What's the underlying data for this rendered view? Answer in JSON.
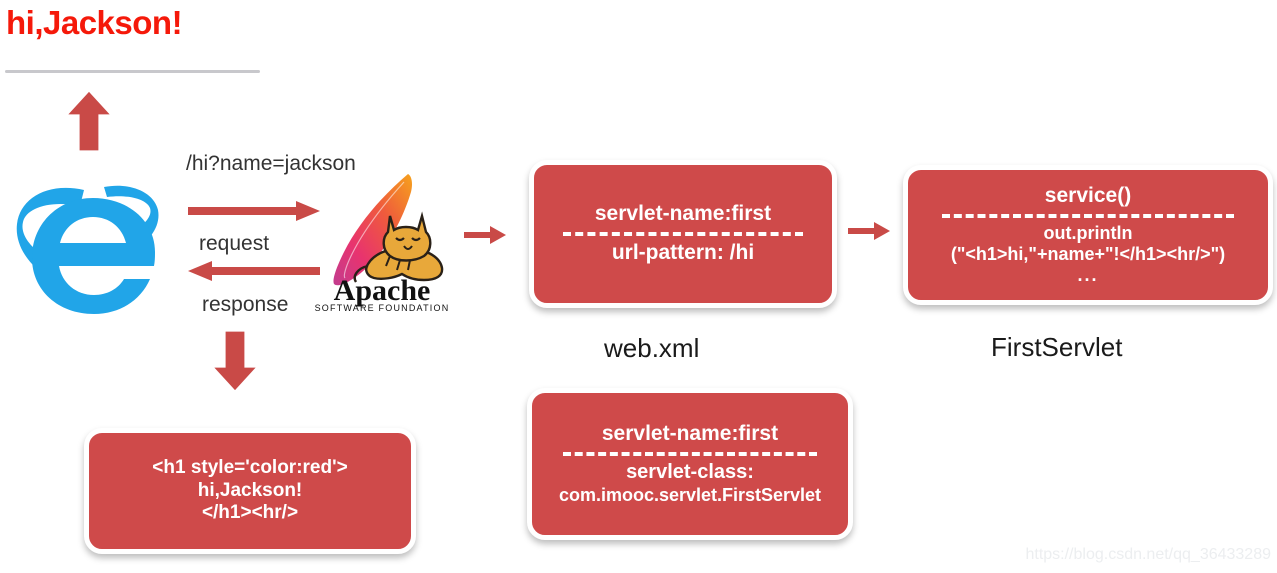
{
  "page": {
    "watermark": "https://blog.csdn.net/qq_36433289",
    "accent_red": "#cf4a4a",
    "arrow_red": "#c94a47",
    "heading_red": "#f5190a"
  },
  "browser_output": {
    "heading": "hi,Jackson!"
  },
  "flow_labels": {
    "url": "/hi?name=jackson",
    "request": "request",
    "response": "response"
  },
  "captions": {
    "web_xml": "web.xml",
    "first_servlet": "FirstServlet"
  },
  "boxes": {
    "mapping": {
      "line1": "servlet-name:first",
      "line2": "url-pattern: /hi"
    },
    "servlet": {
      "line1": "service()",
      "line2": "out.println",
      "line3": "(\"<h1>hi,\"+name+\"!</h1><hr/>\")",
      "line4": "..."
    },
    "declaration": {
      "line1": "servlet-name:first",
      "line2": "servlet-class:",
      "line3": "com.imooc.servlet.FirstServlet"
    },
    "response_html": {
      "line1": "<h1 style='color:red'>",
      "line2": "hi,Jackson!",
      "line3": "</h1><hr/>"
    }
  },
  "logos": {
    "browser": "internet-explorer",
    "server": "apache-tomcat",
    "apache_wordmark": "Apache",
    "apache_subtext": "SOFTWARE FOUNDATION"
  }
}
